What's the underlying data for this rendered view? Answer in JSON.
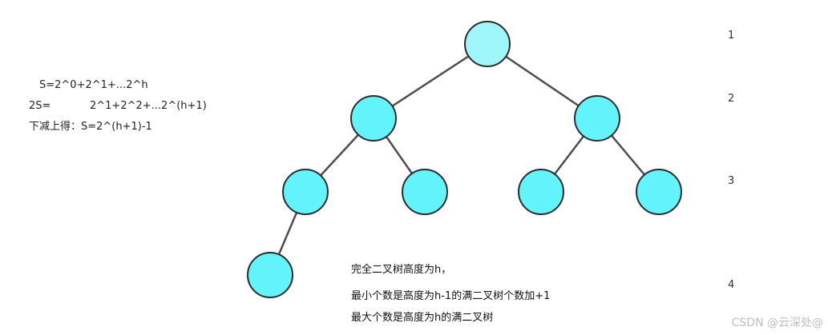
{
  "formula": {
    "line1": "S=2^0+2^1+...2^h",
    "line2_left": "2S=",
    "line2_right": "2^1+2^2+...2^(h+1)",
    "line3": "下减上得：S=2^(h+1)-1"
  },
  "levels": [
    "1",
    "2",
    "3",
    "4"
  ],
  "notes": {
    "line1": "完全二叉树高度为h，",
    "line2": "最小个数是高度为h-1的满二叉树个数加+1",
    "line3": "最大个数是高度为h的满二叉树"
  },
  "watermark": "CSDN @云深处@",
  "colors": {
    "root": "#9ef6f9",
    "node": "#63f3fb",
    "stroke": "#2c2c2c",
    "edge": "#4d4d4d"
  }
}
